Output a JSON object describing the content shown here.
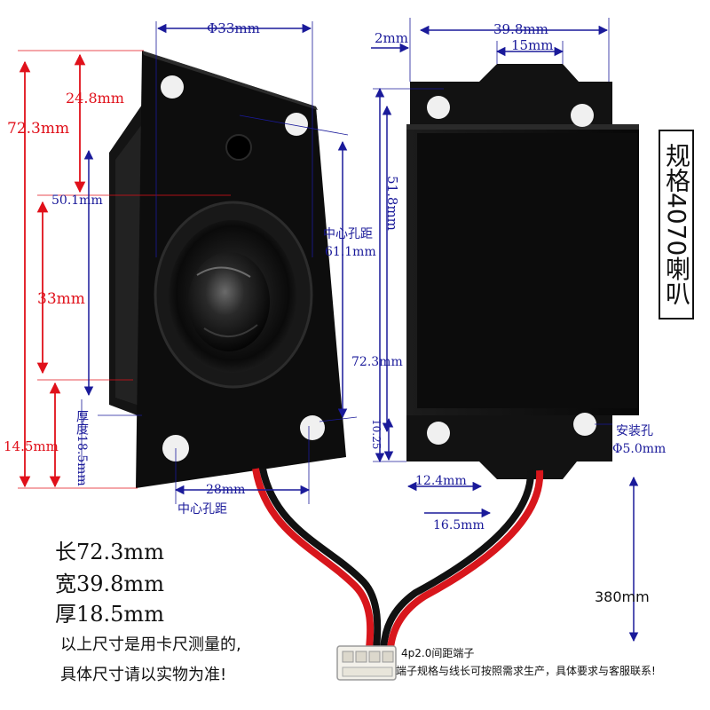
{
  "title_box": {
    "text": "规格4070喇叭"
  },
  "front_view": {
    "width_label": "Φ33mm",
    "height_total": "72.3mm",
    "top_offset": "24.8mm",
    "center_height": "50.1mm",
    "diameter_height": "33mm",
    "bottom_offset": "14.5mm",
    "thickness_label": "厚度18.5mm",
    "hole_spacing_label_top": "中心孔距",
    "hole_spacing_value": "61.1mm",
    "hole_spacing_horizontal": "28mm",
    "hole_spacing_horizontal_caption": "中心孔距"
  },
  "back_view": {
    "edge_label": "2mm",
    "width_total": "39.8mm",
    "tab_width": "15mm",
    "hole_vertical": "51.8mm",
    "height_total": "72.3mm",
    "bottom_edge": "10.25",
    "hole_label_1": "安装孔",
    "hole_label_2": "Φ5.0mm",
    "lower_width_1": "12.4mm",
    "lower_width_2": "16.5mm",
    "wire_length": "380mm"
  },
  "specs": {
    "length": "长72.3mm",
    "width": "宽39.8mm",
    "thickness": "厚18.5mm",
    "note_1": "以上尺寸是用卡尺测量的,",
    "note_2": "具体尺寸请以实物为准!"
  },
  "connector": {
    "title": "4p2.0间距端子",
    "note": "端子规格与线长可按照需求生产，具体要求与客服联系!"
  },
  "colors": {
    "dimension_red": "#e0101a",
    "dimension_blue": "#1a1a9a",
    "body_black": "#101010",
    "wire_red": "#d8161c"
  }
}
